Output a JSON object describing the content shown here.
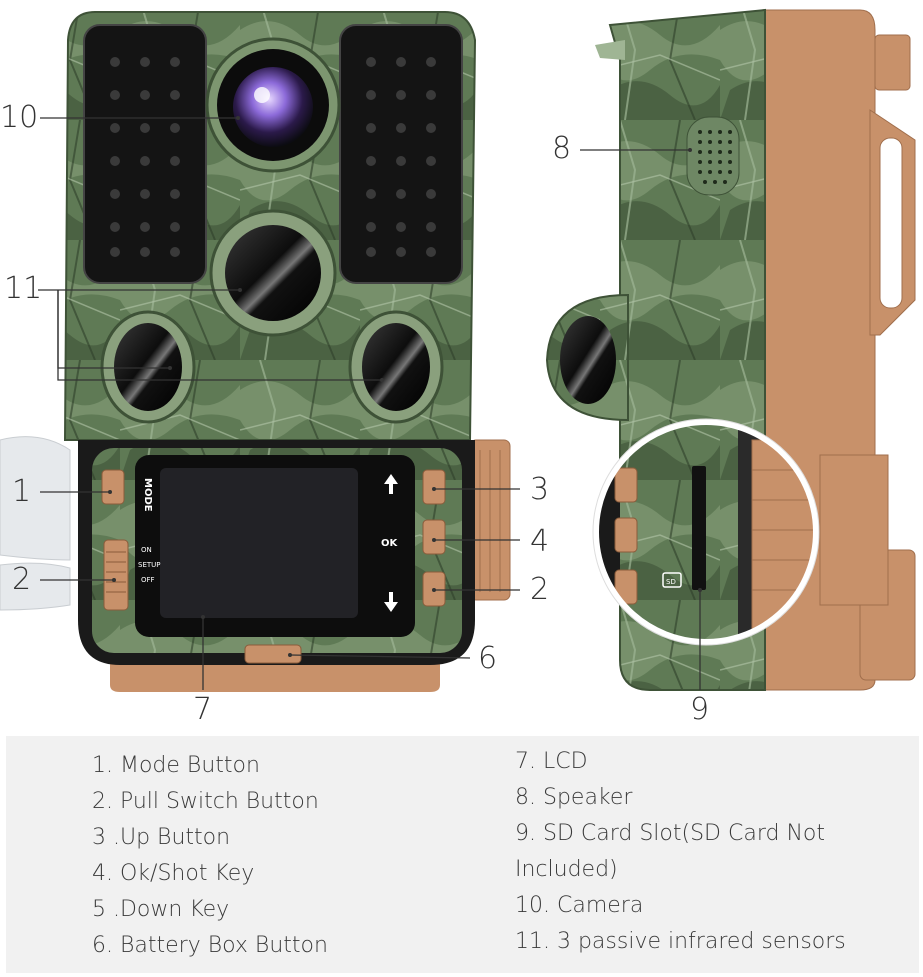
{
  "callouts": {
    "c10": "10",
    "c11": "11",
    "c1": "1",
    "c2_left": "2",
    "c3": "3",
    "c4": "4",
    "c2_right": "2",
    "c6": "6",
    "c7": "7",
    "c8": "8",
    "c9": "9"
  },
  "screen_labels": {
    "mode": "MODE",
    "on": "ON",
    "setup": "SETUP",
    "off": "OFF",
    "ok": "OK",
    "sd": "SD"
  },
  "legend": {
    "left": [
      "1. Mode Button",
      "2. Pull Switch Button",
      "3 .Up Button",
      "4. Ok/Shot Key",
      "5 .Down Key",
      "6. Battery Box Button"
    ],
    "right": [
      "7. LCD",
      "8. Speaker",
      "9. SD Card Slot(SD Card Not Included)",
      "10. Camera",
      "11. 3 passive infrared sensors"
    ]
  },
  "colors": {
    "camo_base": "#5f7a55",
    "camo_dark": "#3e5237",
    "camo_light": "#9fb594",
    "tan": "#c8916a",
    "black_panel": "#1a1a1a",
    "lens_purple": "#8c6ad9",
    "legend_bg": "#f1f1f1"
  }
}
